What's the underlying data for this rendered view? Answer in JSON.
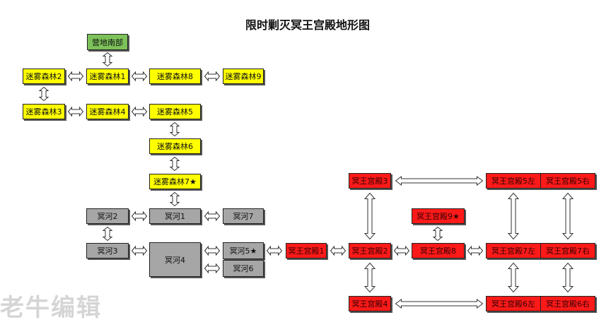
{
  "title": "限时剿灭冥王宫殿地形图",
  "watermark": "老牛编辑",
  "colors": {
    "green": "#7cc15a",
    "yellow": "#ffff00",
    "gray": "#a6a6a6",
    "red": "#ff1a1a"
  },
  "nodes": {
    "camp_south": "营地南部",
    "forest_1": "迷雾森林1",
    "forest_2": "迷雾森林2",
    "forest_3": "迷雾森林3",
    "forest_4": "迷雾森林4",
    "forest_5": "迷雾森林5",
    "forest_6": "迷雾森林6",
    "forest_7": "迷雾森林7★",
    "forest_8": "迷雾森林8",
    "forest_9": "迷雾森林9",
    "river_1": "冥河1",
    "river_2": "冥河2",
    "river_3": "冥河3",
    "river_4": "冥河4",
    "river_5": "冥河5★",
    "river_6": "冥河6",
    "river_7": "冥河7",
    "palace_1": "冥王宫殿1",
    "palace_2": "冥王宫殿2",
    "palace_3": "冥王宫殿3",
    "palace_4": "冥王宫殿4",
    "palace_5l": "冥王宫殿5左",
    "palace_5r": "冥王宫殿5右",
    "palace_6l": "冥王宫殿6左",
    "palace_6r": "冥王宫殿6右",
    "palace_7l": "冥王宫殿7左",
    "palace_7r": "冥王宫殿7右",
    "palace_8": "冥王宫殿8",
    "palace_9": "冥王宫殿9★"
  }
}
